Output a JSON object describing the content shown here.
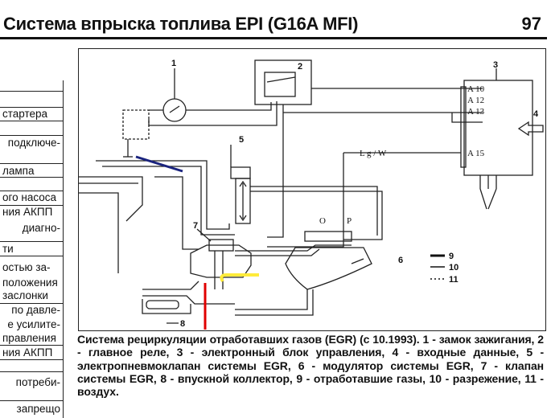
{
  "header": {
    "title": "Система впрыска топлива EPI (G16A MFI)",
    "page_number": "97"
  },
  "left_column": {
    "fragments": [
      {
        "text": "стартера",
        "align": "left"
      },
      {
        "text": "подключе-",
        "align": "right"
      },
      {
        "text": "лампа",
        "align": "left"
      },
      {
        "text": "ого насоса",
        "align": "left"
      },
      {
        "text": "ния АКПП",
        "align": "left"
      },
      {
        "text": "диагно-",
        "align": "right"
      },
      {
        "text": "ти",
        "align": "left"
      },
      {
        "text": "остью за-",
        "align": "left"
      },
      {
        "text": "положения",
        "align": "left"
      },
      {
        "text": "заслонки",
        "align": "left"
      },
      {
        "text": "по давле-",
        "align": "right"
      },
      {
        "text": "е усилите-",
        "align": "right"
      },
      {
        "text": "правления",
        "align": "left"
      },
      {
        "text": "ния АКПП",
        "align": "left"
      },
      {
        "text": "потреби-",
        "align": "right"
      },
      {
        "text": "запрещо",
        "align": "right"
      }
    ]
  },
  "diagram": {
    "callouts": [
      "1",
      "2",
      "3",
      "4",
      "5",
      "6",
      "7",
      "8"
    ],
    "ecu_pins": [
      "A 10",
      "A 12",
      "A 13",
      "A 15"
    ],
    "wire_label": "L g / W",
    "port_labels": [
      "O",
      "P"
    ],
    "legend": [
      {
        "number": "9",
        "style": "thick-arrow"
      },
      {
        "number": "10",
        "style": "thin-arrow"
      },
      {
        "number": "11",
        "style": "dotted-arrow"
      }
    ],
    "annotation_colors": {
      "blue_mark": "#1a237e",
      "yellow_arrow": "#ffeb3b",
      "red_line": "#e00000"
    }
  },
  "caption": "Система рециркуляции отработавших газов (EGR) (с 10.1993). 1 - замок зажигания, 2 - главное реле, 3 - электронный блок управления, 4 - входные данные, 5 - электропневмоклапан системы EGR, 6 - модулятор системы EGR, 7 - клапан системы EGR, 8 - впускной коллектор, 9 - отработавшие газы, 10 - разрежение, 11 - воздух."
}
